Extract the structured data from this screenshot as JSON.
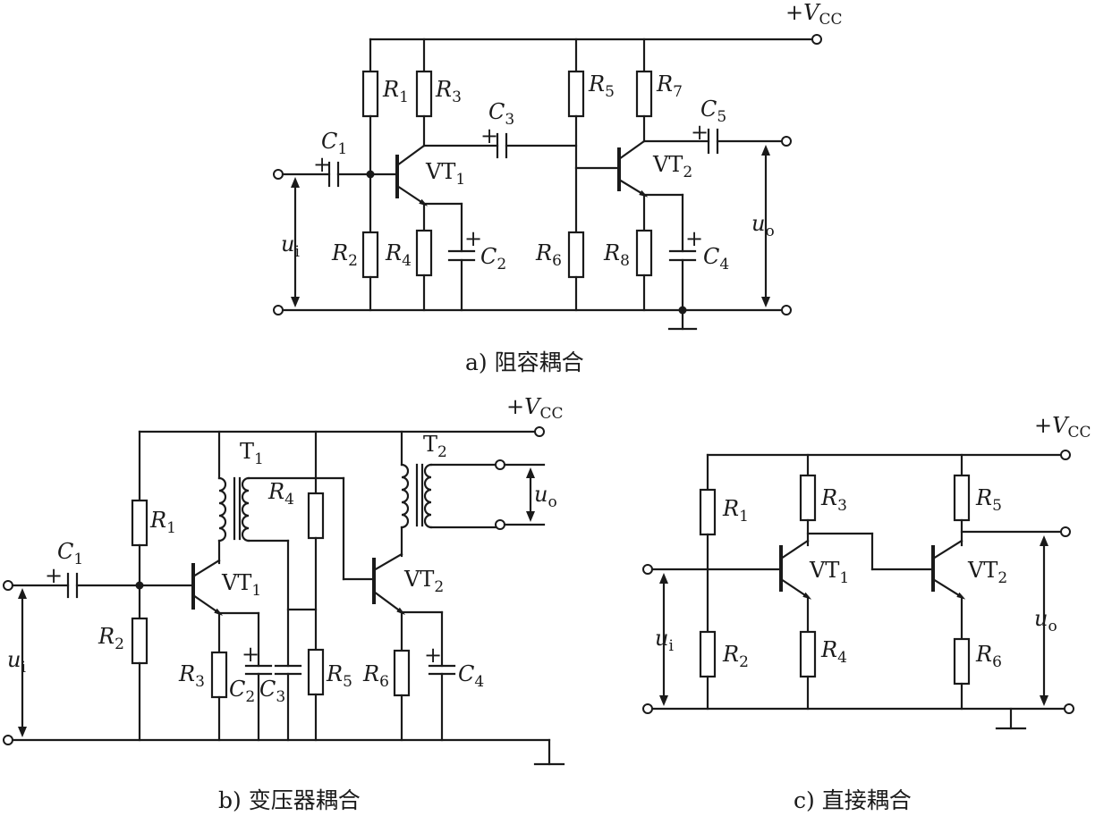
{
  "captions": {
    "a": "a) 阻容耦合",
    "b": "b) 变压器耦合",
    "c": "c) 直接耦合"
  },
  "supply": {
    "name": "V",
    "sub": "CC",
    "prefix": "+"
  },
  "labels": {
    "ui": {
      "main": "u",
      "sub": "i"
    },
    "uo": {
      "main": "u",
      "sub": "o"
    },
    "plus": "+"
  },
  "circuit_a": {
    "resistors": [
      {
        "name": "R",
        "sub": "1"
      },
      {
        "name": "R",
        "sub": "2"
      },
      {
        "name": "R",
        "sub": "3"
      },
      {
        "name": "R",
        "sub": "4"
      },
      {
        "name": "R",
        "sub": "5"
      },
      {
        "name": "R",
        "sub": "6"
      },
      {
        "name": "R",
        "sub": "7"
      },
      {
        "name": "R",
        "sub": "8"
      }
    ],
    "capacitors": [
      {
        "name": "C",
        "sub": "1"
      },
      {
        "name": "C",
        "sub": "2"
      },
      {
        "name": "C",
        "sub": "3"
      },
      {
        "name": "C",
        "sub": "4"
      },
      {
        "name": "C",
        "sub": "5"
      }
    ],
    "transistors": [
      {
        "name": "VT",
        "sub": "1"
      },
      {
        "name": "VT",
        "sub": "2"
      }
    ]
  },
  "circuit_b": {
    "resistors": [
      {
        "name": "R",
        "sub": "1"
      },
      {
        "name": "R",
        "sub": "2"
      },
      {
        "name": "R",
        "sub": "3"
      },
      {
        "name": "R",
        "sub": "4"
      },
      {
        "name": "R",
        "sub": "5"
      },
      {
        "name": "R",
        "sub": "6"
      }
    ],
    "capacitors": [
      {
        "name": "C",
        "sub": "1"
      },
      {
        "name": "C",
        "sub": "2"
      },
      {
        "name": "C",
        "sub": "3"
      },
      {
        "name": "C",
        "sub": "4"
      }
    ],
    "transformers": [
      {
        "name": "T",
        "sub": "1"
      },
      {
        "name": "T",
        "sub": "2"
      }
    ],
    "transistors": [
      {
        "name": "VT",
        "sub": "1"
      },
      {
        "name": "VT",
        "sub": "2"
      }
    ]
  },
  "circuit_c": {
    "resistors": [
      {
        "name": "R",
        "sub": "1"
      },
      {
        "name": "R",
        "sub": "2"
      },
      {
        "name": "R",
        "sub": "3"
      },
      {
        "name": "R",
        "sub": "4"
      },
      {
        "name": "R",
        "sub": "5"
      },
      {
        "name": "R",
        "sub": "6"
      }
    ],
    "transistors": [
      {
        "name": "VT",
        "sub": "1"
      },
      {
        "name": "VT",
        "sub": "2"
      }
    ]
  }
}
